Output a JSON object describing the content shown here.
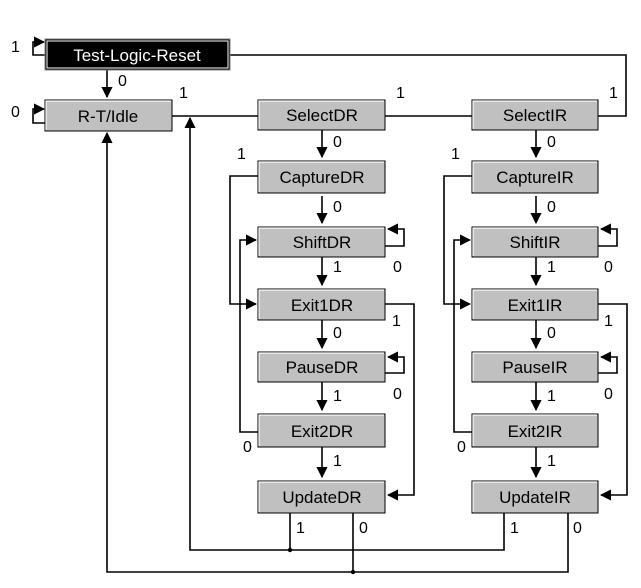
{
  "states": {
    "test_logic_reset": "Test-Logic-Reset",
    "run_test_idle": "R-T/Idle",
    "select_dr": "SelectDR",
    "capture_dr": "CaptureDR",
    "shift_dr": "ShiftDR",
    "exit1_dr": "Exit1DR",
    "pause_dr": "PauseDR",
    "exit2_dr": "Exit2DR",
    "update_dr": "UpdateDR",
    "select_ir": "SelectIR",
    "capture_ir": "CaptureIR",
    "shift_ir": "ShiftIR",
    "exit1_ir": "Exit1IR",
    "pause_ir": "PauseIR",
    "exit2_ir": "Exit2IR",
    "update_ir": "UpdateIR"
  },
  "edge_labels": {
    "one": "1",
    "zero": "0"
  },
  "colors": {
    "state_fill": "#c0c0c0",
    "state_fill_highlight": "#000000",
    "line": "#000000",
    "label": "#000000"
  }
}
